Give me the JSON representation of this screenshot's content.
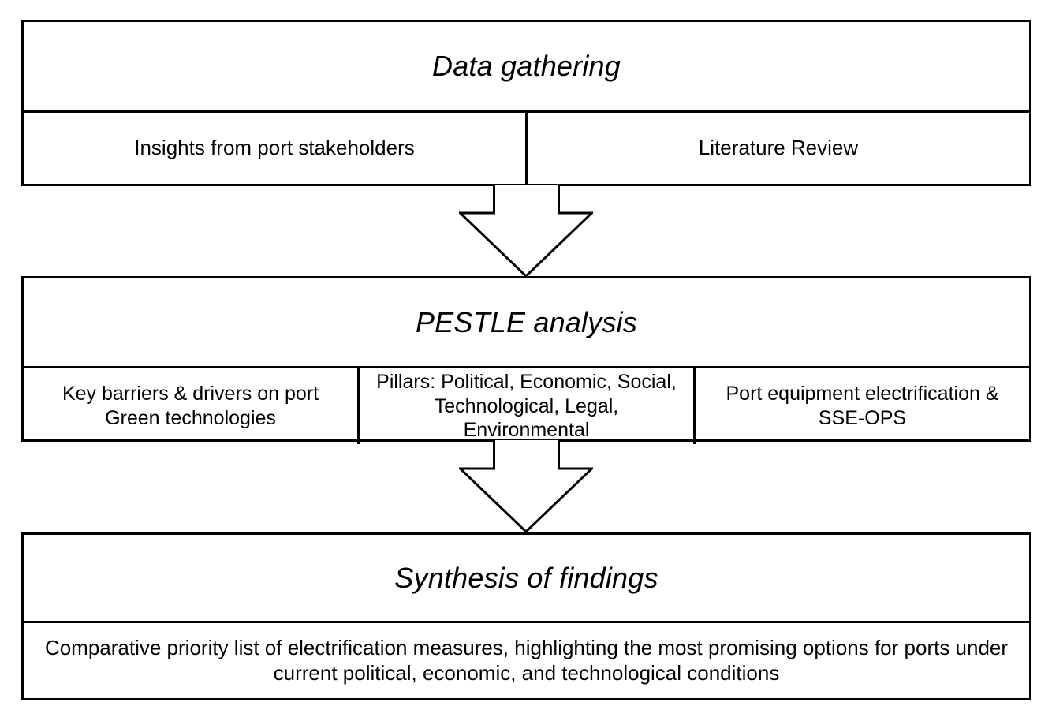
{
  "figure": {
    "background_color": "#ffffff",
    "border_color": "#000000",
    "text_color": "#000000",
    "stages": [
      {
        "title": "Data gathering",
        "cells": [
          {
            "lines": [
              "Insights from port stakeholders"
            ]
          },
          {
            "lines": [
              "Literature Review"
            ]
          }
        ]
      },
      {
        "title": "PESTLE analysis",
        "cells": [
          {
            "lines": [
              "Key barriers & drivers on port",
              "Green technologies"
            ]
          },
          {
            "lines": [
              "Pillars: Political, Economic, Social,",
              "Technological, Legal,",
              "Environmental"
            ]
          },
          {
            "lines": [
              "Port equipment electrification &",
              "SSE-OPS"
            ]
          }
        ]
      },
      {
        "title": "Synthesis of findings",
        "cells": [
          {
            "lines": [
              "Comparative priority list of electrification measures, highlighting the most promising options for ports under",
              "current political, economic, and technological conditions"
            ]
          }
        ]
      }
    ],
    "connectors": [
      {
        "icon": "down-arrow-icon"
      },
      {
        "icon": "down-arrow-icon"
      }
    ]
  }
}
